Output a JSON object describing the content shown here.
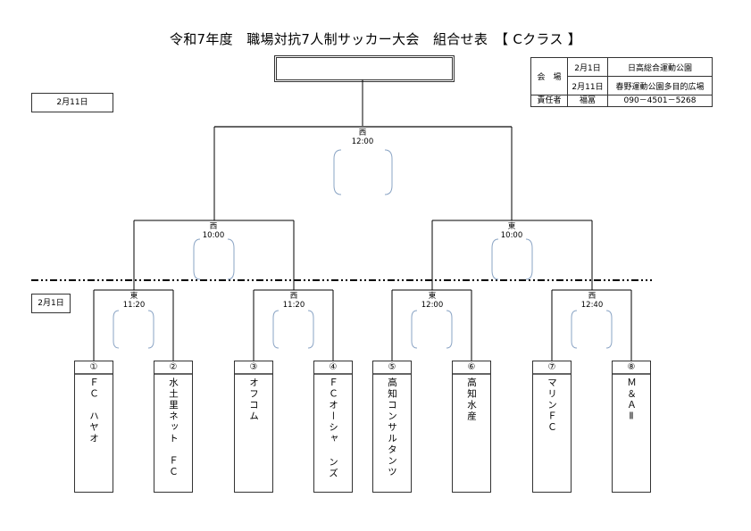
{
  "title": "令和7年度　職場対抗7人制サッカー大会　組合せ表　【 Cクラス 】",
  "final_box": {
    "winner": ""
  },
  "dates": {
    "upper_round": "2月11日",
    "lower_round": "2月1日"
  },
  "venue_table": {
    "venue_label": "会　場",
    "rows": [
      {
        "date": "2月1日",
        "place": "日高総合運動公園"
      },
      {
        "date": "2月11日",
        "place": "春野運動公園多目的広場"
      }
    ],
    "responsible_label": "責任者",
    "responsible_name": "福冨",
    "phone": "090－4501－5268"
  },
  "matches": {
    "final": {
      "court": "西",
      "time": "12:00"
    },
    "semi_left": {
      "court": "西",
      "time": "10:00"
    },
    "semi_right": {
      "court": "東",
      "time": "10:00"
    },
    "r1_1": {
      "court": "東",
      "time": "11:20"
    },
    "r1_2": {
      "court": "西",
      "time": "11:20"
    },
    "r1_3": {
      "court": "東",
      "time": "12:00"
    },
    "r1_4": {
      "court": "西",
      "time": "12:40"
    }
  },
  "teams": [
    {
      "number": "①",
      "name": "ＦＣ　ハヤオ"
    },
    {
      "number": "②",
      "name": "水土里ネット　ＦＣ"
    },
    {
      "number": "③",
      "name": "オフコム"
    },
    {
      "number": "④",
      "name": "ＦＣオーシャ ンズ"
    },
    {
      "number": "⑤",
      "name": "高知コンサルタンツ"
    },
    {
      "number": "⑥",
      "name": "高知水産"
    },
    {
      "number": "⑦",
      "name": "マリンＦＣ"
    },
    {
      "number": "⑧",
      "name": "Ｍ＆ＡⅡ"
    }
  ]
}
